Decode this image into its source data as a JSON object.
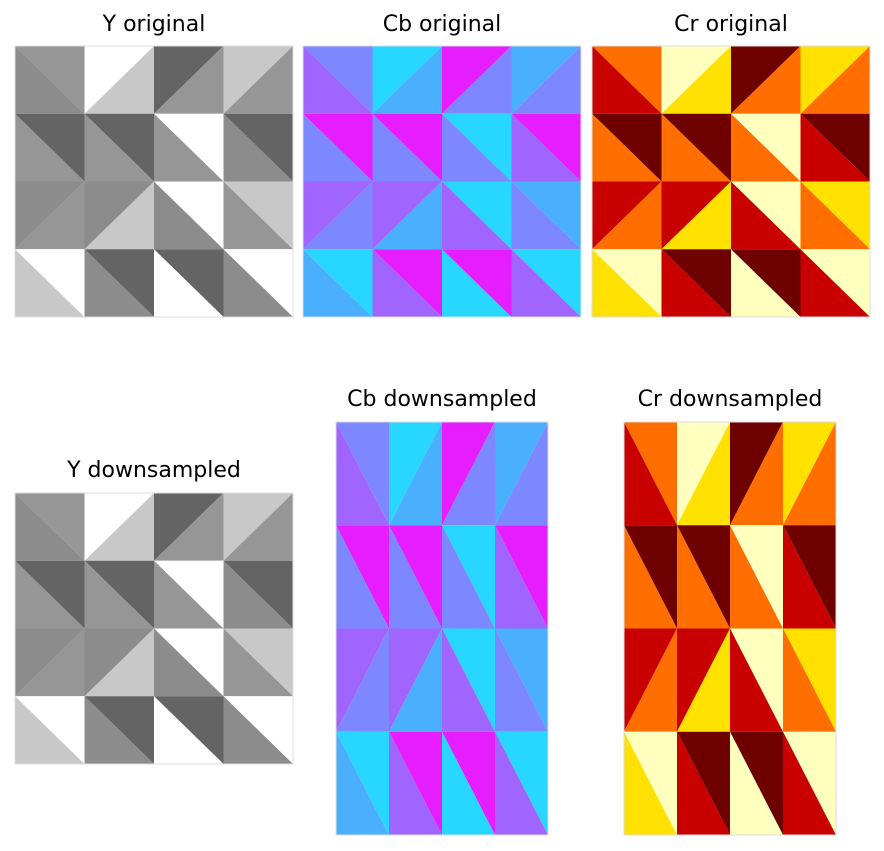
{
  "panels": [
    {
      "title": "Y original",
      "palette": "gray"
    },
    {
      "title": "Cb original",
      "palette": "cool"
    },
    {
      "title": "Cr original",
      "palette": "hot"
    },
    {
      "title": "Y downsampled",
      "palette": "gray"
    },
    {
      "title": "Cb downsampled",
      "palette": "cool"
    },
    {
      "title": "Cr downsampled",
      "palette": "hot"
    }
  ],
  "palettes": {
    "gray": [
      "#ffffff",
      "#c8c8c8",
      "#969696",
      "#8c8c8c",
      "#646464"
    ],
    "cool": [
      "#28d7ff",
      "#4bafff",
      "#7d87ff",
      "#a064ff",
      "#e61eff"
    ],
    "hot": [
      "#ffffbe",
      "#ffe100",
      "#ff6e00",
      "#c80000",
      "#6e0000"
    ]
  },
  "pattern": {
    "cells": [
      [
        "\\",
        2,
        3,
        "/",
        0,
        1,
        "/",
        4,
        2,
        "/",
        1,
        2
      ],
      [
        "\\",
        4,
        2,
        "\\",
        4,
        2,
        "\\",
        0,
        2,
        "\\",
        4,
        3
      ],
      [
        "/",
        3,
        2,
        "/",
        3,
        1,
        "\\",
        0,
        3,
        "\\",
        1,
        2
      ],
      [
        "\\",
        0,
        1,
        "\\",
        4,
        3,
        "\\",
        4,
        0,
        "\\",
        0,
        3
      ]
    ]
  }
}
